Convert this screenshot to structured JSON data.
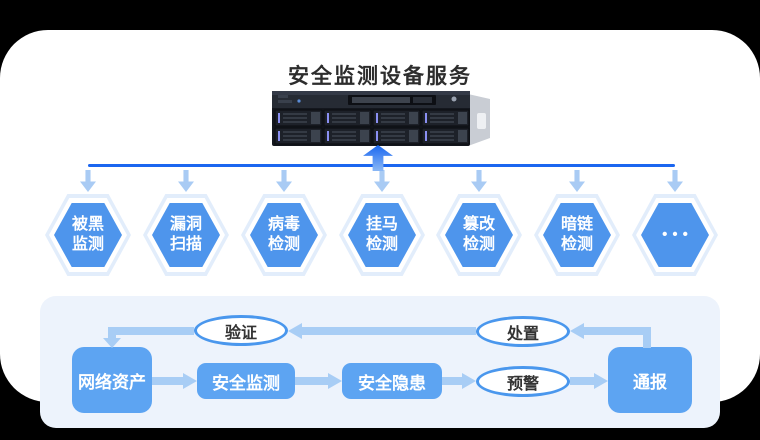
{
  "title": "安全监测设备服务",
  "hexagons": [
    {
      "line1": "被黑",
      "line2": "监测"
    },
    {
      "line1": "漏洞",
      "line2": "扫描"
    },
    {
      "line1": "病毒",
      "line2": "检测"
    },
    {
      "line1": "挂马",
      "line2": "检测"
    },
    {
      "line1": "篡改",
      "line2": "检测"
    },
    {
      "line1": "暗链",
      "line2": "检测"
    },
    {
      "line1": "•••",
      "line2": ""
    }
  ],
  "flow": {
    "boxes": {
      "network_assets": "网络资产",
      "security_monitoring": "安全监测",
      "security_hazards": "安全隐患",
      "notification": "通报"
    },
    "ellipses": {
      "verification": "验证",
      "disposal": "处置",
      "early_warning": "预警"
    }
  },
  "icons": {
    "server": "rack-server-2u",
    "up_arrow": "arrow-up",
    "drop_arrow": "arrow-down",
    "ellipsis": "more-dots"
  },
  "colors": {
    "bus_blue": "#1b66f0",
    "hexagon_blue": "#4e95ec",
    "box_blue": "#5da4f2",
    "arrow_light_blue": "#a8cdf5",
    "ellipse_border_blue": "#4a97ed",
    "panel_background": "#edf3fc",
    "page_background": "#ffffff",
    "letterbox": "#000000"
  }
}
